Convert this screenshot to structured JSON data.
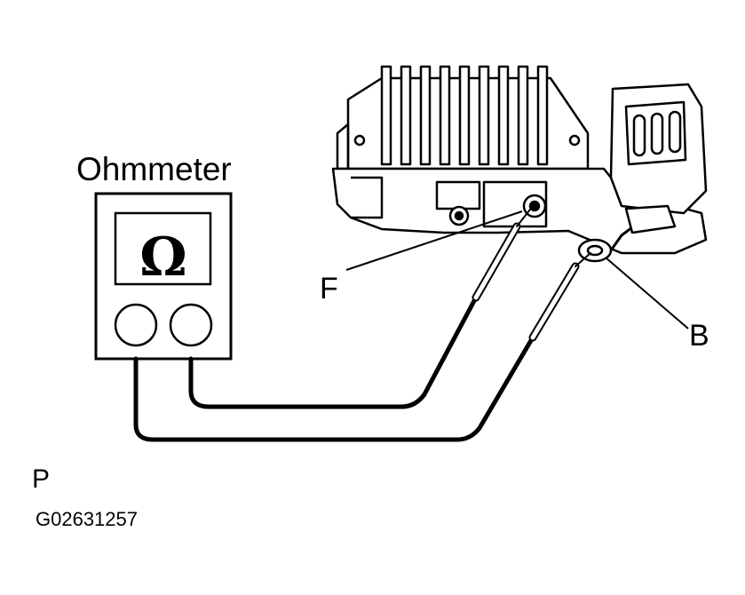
{
  "diagram": {
    "meter_title": "Ohmmeter",
    "meter_symbol": "Ω",
    "terminal_f_label": "F",
    "terminal_b_label": "B",
    "page_marker": "P",
    "figure_code": "G02631257"
  },
  "colors": {
    "ink": "#000000",
    "background": "#ffffff"
  }
}
